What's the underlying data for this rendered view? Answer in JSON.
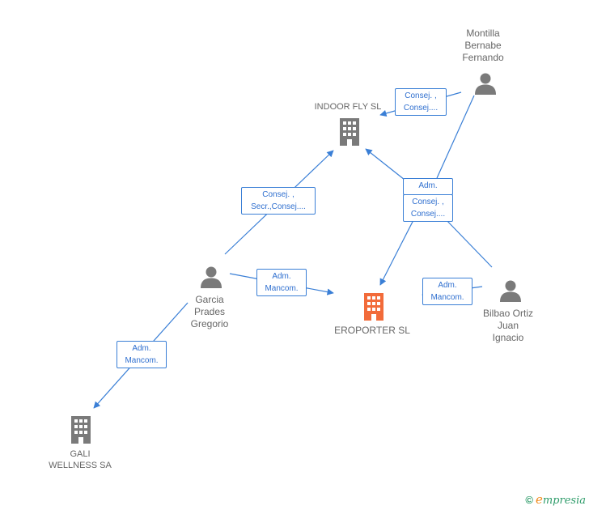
{
  "colors": {
    "edge": "#3a7fd6",
    "company": "#7a7a7a",
    "company_focus": "#f26b3a",
    "person": "#7a7a7a"
  },
  "nodes": {
    "montilla": {
      "type": "person",
      "lines": [
        "Montilla",
        "Bernabe",
        "Fernando"
      ]
    },
    "indoor": {
      "type": "company",
      "lines": [
        "INDOOR FLY SL"
      ]
    },
    "garcia": {
      "type": "person",
      "lines": [
        "Garcia",
        "Prades",
        "Gregorio"
      ]
    },
    "eroporter": {
      "type": "company_focus",
      "lines": [
        "EROPORTER SL"
      ]
    },
    "bilbao": {
      "type": "person",
      "lines": [
        "Bilbao Ortiz",
        "Juan",
        "Ignacio"
      ]
    },
    "gali": {
      "type": "company",
      "lines": [
        "GALI",
        "WELLNESS SA"
      ]
    }
  },
  "edge_labels": {
    "montilla_indoor": [
      "Consej. ,",
      "Consej...."
    ],
    "montilla_adm": [
      "Adm."
    ],
    "montilla_eroporter": [
      "Consej. ,",
      "Consej...."
    ],
    "garcia_indoor": [
      "Consej. ,",
      "Secr.,Consej...."
    ],
    "garcia_eroporter": [
      "Adm.",
      "Mancom."
    ],
    "bilbao_eroporter": [
      "Adm.",
      "Mancom."
    ],
    "garcia_gali": [
      "Adm.",
      "Mancom."
    ]
  },
  "watermark": {
    "symbol": "©",
    "brand_initial": "e",
    "brand_rest": "mpresia"
  }
}
